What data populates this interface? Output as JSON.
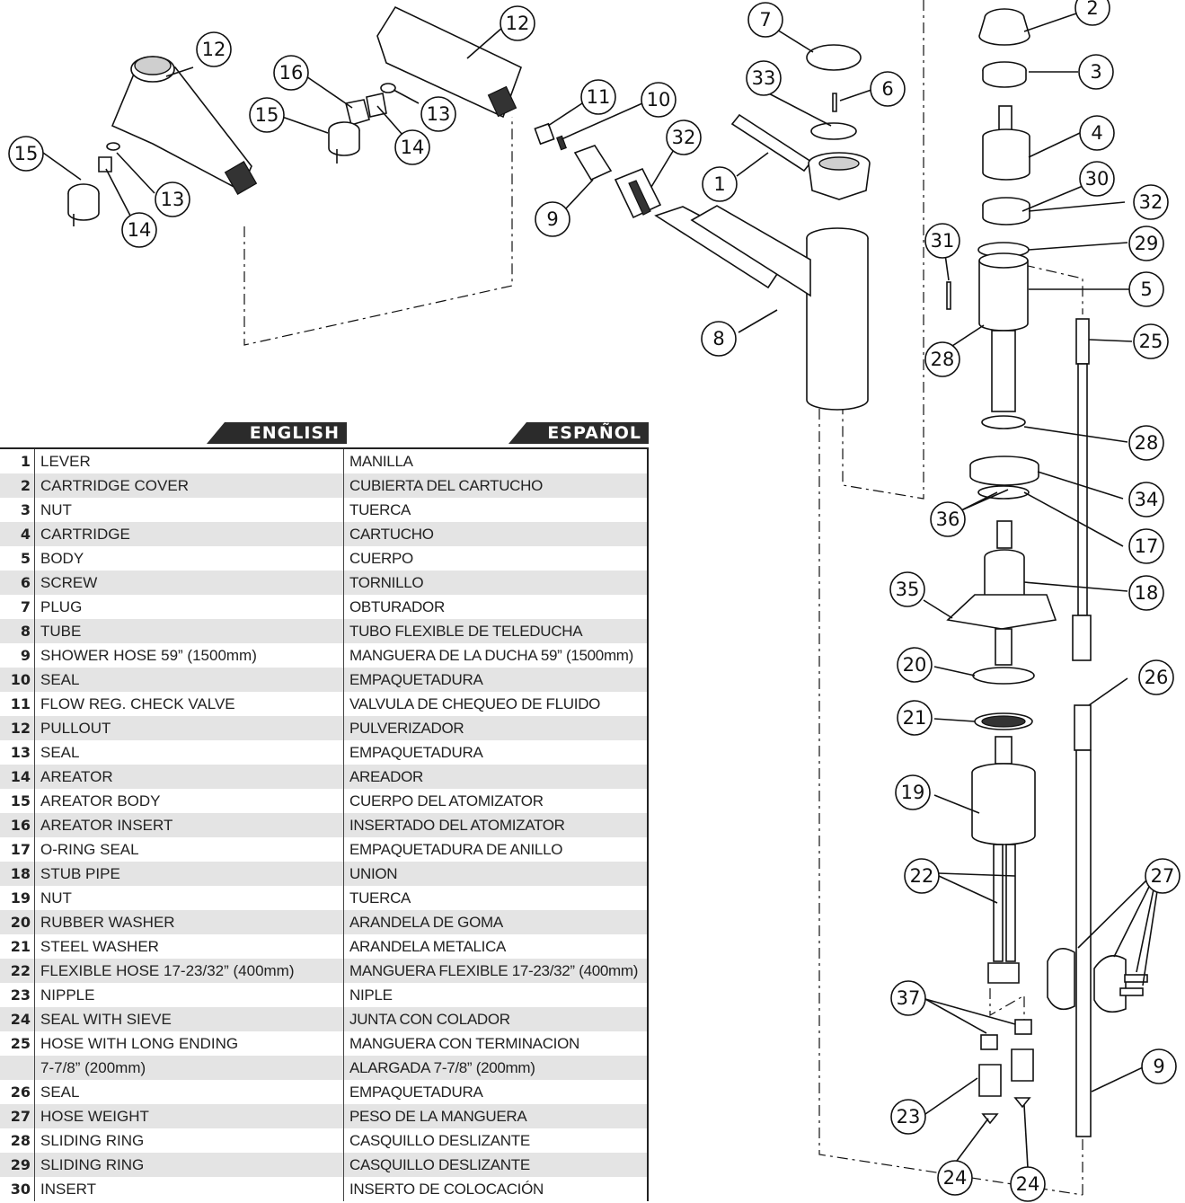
{
  "callouts": {
    "c1": "1",
    "c2": "2",
    "c3": "3",
    "c4": "4",
    "c5": "5",
    "c6": "6",
    "c7": "7",
    "c8": "8",
    "c9a": "9",
    "c9b": "9",
    "c10": "10",
    "c11": "11",
    "c12a": "12",
    "c12b": "12",
    "c13a": "13",
    "c13b": "13",
    "c14a": "14",
    "c14b": "14",
    "c15a": "15",
    "c15b": "15",
    "c16": "16",
    "c17": "17",
    "c18": "18",
    "c19": "19",
    "c20": "20",
    "c21": "21",
    "c22": "22",
    "c23": "23",
    "c24a": "24",
    "c24b": "24",
    "c25": "25",
    "c26": "26",
    "c27": "27",
    "c28a": "28",
    "c28b": "28",
    "c29": "29",
    "c30": "30",
    "c31": "31",
    "c32a": "32",
    "c32b": "32",
    "c33": "33",
    "c34": "34",
    "c35": "35",
    "c36": "36",
    "c37": "37"
  },
  "legend": {
    "english_header": "ENGLISH",
    "spanish_header": "ESPAÑOL",
    "rows": [
      {
        "num": "1",
        "en": "LEVER",
        "es": "MANILLA"
      },
      {
        "num": "2",
        "en": "CARTRIDGE COVER",
        "es": "CUBIERTA DEL CARTUCHO"
      },
      {
        "num": "3",
        "en": "NUT",
        "es": "TUERCA"
      },
      {
        "num": "4",
        "en": "CARTRIDGE",
        "es": "CARTUCHO"
      },
      {
        "num": "5",
        "en": "BODY",
        "es": "CUERPO"
      },
      {
        "num": "6",
        "en": "SCREW",
        "es": "TORNILLO"
      },
      {
        "num": "7",
        "en": "PLUG",
        "es": "OBTURADOR"
      },
      {
        "num": "8",
        "en": "TUBE",
        "es": "TUBO FLEXIBLE DE TELEDUCHA"
      },
      {
        "num": "9",
        "en": "SHOWER HOSE 59” (1500mm)",
        "es": "MANGUERA DE LA DUCHA  59” (1500mm)"
      },
      {
        "num": "10",
        "en": "SEAL",
        "es": "EMPAQUETADURA"
      },
      {
        "num": "11",
        "en": "FLOW REG. CHECK VALVE",
        "es": "VALVULA DE CHEQUEO DE FLUIDO"
      },
      {
        "num": "12",
        "en": "PULLOUT",
        "es": "PULVERIZADOR"
      },
      {
        "num": "13",
        "en": "SEAL",
        "es": "EMPAQUETADURA"
      },
      {
        "num": "14",
        "en": "AREATOR",
        "es": "AREADOR"
      },
      {
        "num": "15",
        "en": "AREATOR BODY",
        "es": "CUERPO DEL ATOMIZATOR"
      },
      {
        "num": "16",
        "en": "AREATOR  INSERT",
        "es": "INSERTADO DEL ATOMIZATOR"
      },
      {
        "num": "17",
        "en": "O-RING SEAL",
        "es": "EMPAQUETADURA DE ANILLO"
      },
      {
        "num": "18",
        "en": "STUB PIPE",
        "es": "UNION"
      },
      {
        "num": "19",
        "en": "NUT",
        "es": "TUERCA"
      },
      {
        "num": "20",
        "en": "RUBBER WASHER",
        "es": "ARANDELA DE GOMA"
      },
      {
        "num": "21",
        "en": "STEEL WASHER",
        "es": "ARANDELA METALICA"
      },
      {
        "num": "22",
        "en": "FLEXIBLE HOSE 17-23/32” (400mm)",
        "es": "MANGUERA FLEXIBLE 17-23/32” (400mm)"
      },
      {
        "num": "23",
        "en": "NIPPLE",
        "es": "NIPLE"
      },
      {
        "num": "24",
        "en": "SEAL WITH SIEVE",
        "es": "JUNTA CON COLADOR"
      },
      {
        "num": "25",
        "en": "HOSE WITH LONG ENDING",
        "es": "MANGUERA CON TERMINACION"
      },
      {
        "num": "",
        "en": "7-7/8” (200mm)",
        "es": "ALARGADA 7-7/8” (200mm)"
      },
      {
        "num": "26",
        "en": "SEAL",
        "es": "EMPAQUETADURA"
      },
      {
        "num": "27",
        "en": "HOSE WEIGHT",
        "es": "PESO DE LA MANGUERA"
      },
      {
        "num": "28",
        "en": "SLIDING  RING",
        "es": "CASQUILLO DESLIZANTE"
      },
      {
        "num": "29",
        "en": "SLIDING  RING",
        "es": "CASQUILLO DESLIZANTE"
      },
      {
        "num": "30",
        "en": "INSERT",
        "es": "INSERTO DE COLOCACIÓN"
      }
    ]
  }
}
